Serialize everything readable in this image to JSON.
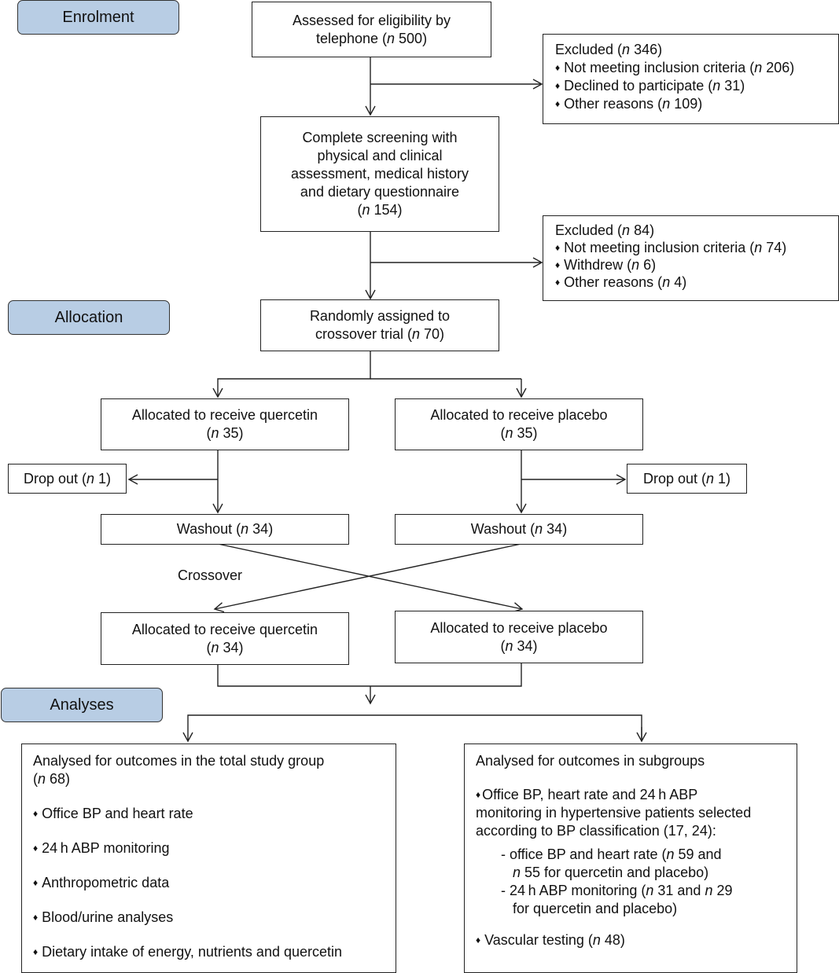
{
  "stages": {
    "enrolment": "Enrolment",
    "allocation": "Allocation",
    "analyses": "Analyses"
  },
  "assessed": {
    "line1": "Assessed for eligibility by",
    "line2_pre": "telephone (",
    "n": "n",
    "line2_num": " 500)"
  },
  "excluded1": {
    "title_pre": "Excluded (",
    "n": "n",
    "title_num": " 346)",
    "items": [
      {
        "pre": "Not meeting inclusion criteria (",
        "num": " 206)"
      },
      {
        "pre": "Declined to participate (",
        "num": " 31)"
      },
      {
        "pre": "Other reasons (",
        "num": " 109)"
      }
    ]
  },
  "screening": {
    "line1": "Complete screening with",
    "line2": "physical and clinical",
    "line3": "assessment, medical history",
    "line4": "and dietary questionnaire",
    "count_pre": "(",
    "n": "n",
    "count_num": " 154)"
  },
  "excluded2": {
    "title_pre": "Excluded (",
    "n": "n",
    "title_num": " 84)",
    "items": [
      {
        "pre": "Not meeting inclusion criteria (",
        "num": " 74)"
      },
      {
        "pre": "Withdrew (",
        "num": " 6)"
      },
      {
        "pre": "Other reasons (",
        "num": " 4)"
      }
    ]
  },
  "randomised": {
    "line1": "Randomly assigned to",
    "line2_pre": "crossover trial (",
    "n": "n",
    "line2_num": " 70)"
  },
  "alloc_quercetin_1": {
    "line1": "Allocated to receive quercetin",
    "pre": "(",
    "n": "n",
    "num": " 35)"
  },
  "alloc_placebo_1": {
    "line1": "Allocated to receive placebo",
    "pre": "(",
    "n": "n",
    "num": " 35)"
  },
  "dropout_left": {
    "pre": "Drop out (",
    "n": "n",
    "num": " 1)"
  },
  "dropout_right": {
    "pre": "Drop out (",
    "n": "n",
    "num": " 1)"
  },
  "washout_left": {
    "pre": "Washout (",
    "n": "n",
    "num": " 34)"
  },
  "washout_right": {
    "pre": "Washout (",
    "n": "n",
    "num": " 34)"
  },
  "crossover_label": "Crossover",
  "alloc_quercetin_2": {
    "line1": "Allocated to receive quercetin",
    "pre": "(",
    "n": "n",
    "num": " 34)"
  },
  "alloc_placebo_2": {
    "line1": "Allocated to receive placebo",
    "pre": "(",
    "n": "n",
    "num": " 34)"
  },
  "analysis_total": {
    "line1": "Analysed for outcomes in the total study group",
    "count_pre": "(",
    "n": "n",
    "count_num": " 68)",
    "items": [
      "Office BP and heart rate",
      "24 h ABP monitoring",
      "Anthropometric data",
      "Blood/urine analyses",
      "Dietary intake of energy, nutrients and quercetin"
    ]
  },
  "analysis_sub": {
    "title": "Analysed for outcomes in subgroups",
    "item1_line1": "Office BP, heart rate and 24 h ABP",
    "item1_line2": "monitoring in hypertensive patients selected",
    "item1_line3": "according to BP classification (17, 24):",
    "sub1_line1_pre": "- office BP and heart rate (",
    "sub1_n1": "n",
    "sub1_line1_num": " 59 and",
    "sub1_n2": "n",
    "sub1_line2_rest": " 55 for quercetin and placebo)",
    "sub2_line1_pre": "- 24 h ABP monitoring (",
    "sub2_n1": "n",
    "sub2_mid": " 31 and ",
    "sub2_n2": "n",
    "sub2_num": " 29",
    "sub2_line2": "for quercetin and placebo)",
    "item2_pre": "Vascular testing (",
    "item2_n": "n",
    "item2_num": " 48)"
  },
  "bullet": "♦",
  "colors": {
    "stage_fill": "#b8cde4",
    "line": "#222222"
  }
}
